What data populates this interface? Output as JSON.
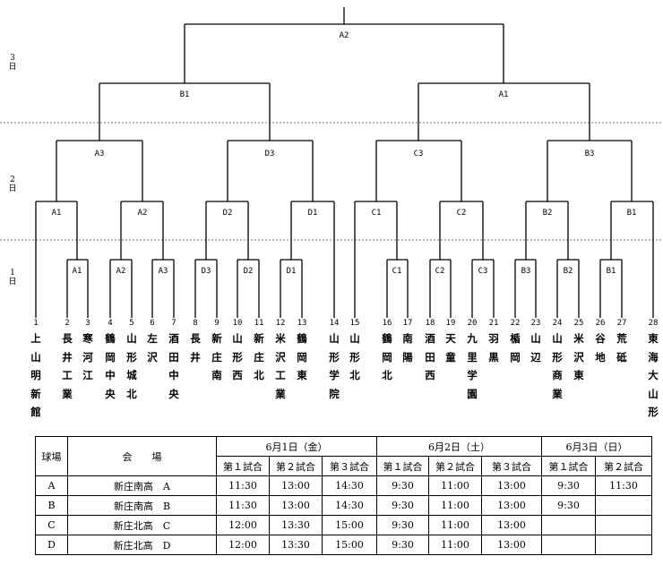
{
  "day_labels": [
    {
      "num": "3",
      "kanji": "日"
    },
    {
      "num": "2",
      "kanji": "日"
    },
    {
      "num": "1",
      "kanji": "日"
    }
  ],
  "match_labels": {
    "final": "A2",
    "semi": [
      "B1",
      "A1"
    ],
    "quarter": [
      "A3",
      "D3",
      "C3",
      "B3"
    ],
    "round2": [
      "A1",
      "A2",
      "D2",
      "D1",
      "C1",
      "C2",
      "B2",
      "B1"
    ],
    "round1": [
      "A1",
      "A2",
      "A3",
      "D3",
      "D2",
      "D1",
      "C1",
      "C2",
      "C3",
      "B3",
      "B2",
      "B1"
    ]
  },
  "teams": [
    {
      "num": "1",
      "name": "上山明新館"
    },
    {
      "num": "2",
      "name": "長井工業"
    },
    {
      "num": "3",
      "name": "寒河江"
    },
    {
      "num": "4",
      "name": "鶴岡中央"
    },
    {
      "num": "5",
      "name": "山形城北"
    },
    {
      "num": "6",
      "name": "左沢"
    },
    {
      "num": "7",
      "name": "酒田中央"
    },
    {
      "num": "8",
      "name": "長井"
    },
    {
      "num": "9",
      "name": "新庄南"
    },
    {
      "num": "10",
      "name": "山形西"
    },
    {
      "num": "11",
      "name": "新庄北"
    },
    {
      "num": "12",
      "name": "米沢工業"
    },
    {
      "num": "13",
      "name": "鶴岡東"
    },
    {
      "num": "14",
      "name": "山形学院"
    },
    {
      "num": "15",
      "name": "山形北"
    },
    {
      "num": "16",
      "name": "鶴岡北"
    },
    {
      "num": "17",
      "name": "南陽"
    },
    {
      "num": "18",
      "name": "酒田西"
    },
    {
      "num": "19",
      "name": "天童"
    },
    {
      "num": "20",
      "name": "九里学園"
    },
    {
      "num": "21",
      "name": "羽黒"
    },
    {
      "num": "22",
      "name": "楯岡"
    },
    {
      "num": "23",
      "name": "山辺"
    },
    {
      "num": "24",
      "name": "山形商業"
    },
    {
      "num": "25",
      "name": "米沢東"
    },
    {
      "num": "26",
      "name": "谷地"
    },
    {
      "num": "27",
      "name": "荒砥"
    },
    {
      "num": "28",
      "name": "東海大山形"
    }
  ],
  "schedule": {
    "day_headers": [
      "6月1日（金）",
      "6月2日（土）",
      "6月3日（日）"
    ],
    "col_field": "球場",
    "col_venue": "会　　場",
    "game_labels": [
      "第１試合",
      "第２試合",
      "第３試合",
      "第１試合",
      "第２試合",
      "第３試合",
      "第１試合",
      "第２試合"
    ],
    "rows": [
      {
        "field": "A",
        "venue": "新庄南高　A",
        "times": [
          "11:30",
          "13:00",
          "14:30",
          "9:30",
          "11:00",
          "13:00",
          "9:30",
          "11:30"
        ]
      },
      {
        "field": "B",
        "venue": "新庄南高　B",
        "times": [
          "11:30",
          "13:00",
          "14:30",
          "9:30",
          "11:00",
          "13:00",
          "9:30",
          ""
        ]
      },
      {
        "field": "C",
        "venue": "新庄北高　C",
        "times": [
          "12:00",
          "13:30",
          "15:00",
          "9:30",
          "11:00",
          "13:00",
          "",
          ""
        ]
      },
      {
        "field": "D",
        "venue": "新庄北高　D",
        "times": [
          "12:00",
          "13:30",
          "15:00",
          "9:30",
          "11:00",
          "13:00",
          "",
          ""
        ]
      }
    ]
  }
}
